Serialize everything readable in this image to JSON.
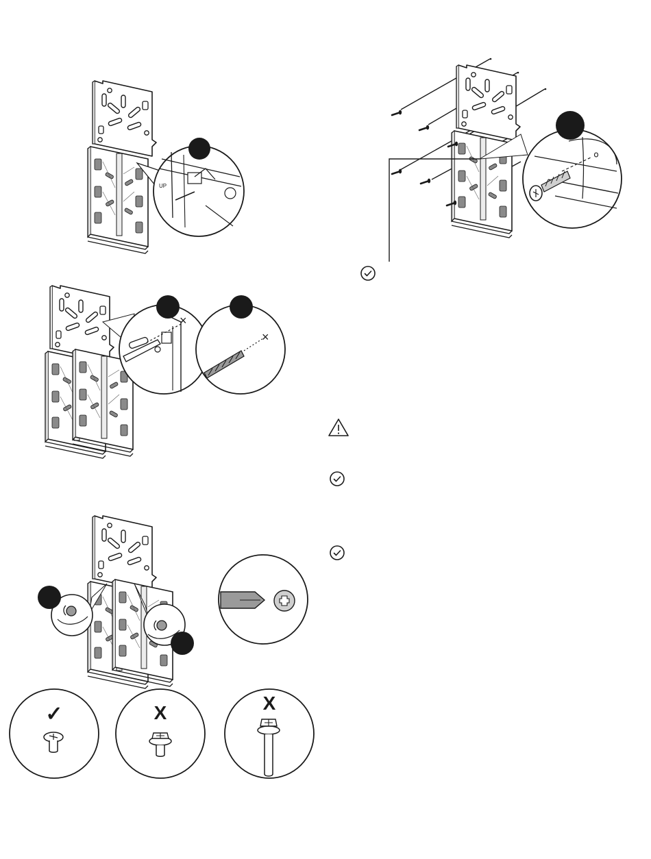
{
  "panels": {
    "panel1": {
      "callout_mark": "UP",
      "callout_arrow_text": "UP"
    },
    "panel2": {
      "pencil_target": "×",
      "drill_target": "×"
    },
    "panel3": {},
    "panel4": {}
  },
  "screw_guide": {
    "ok": {
      "mark": "✓"
    },
    "bad_hex": {
      "mark": "X"
    },
    "bad_long": {
      "mark": "X"
    }
  },
  "icons": [
    "check-circle-icon",
    "warning-icon",
    "check-circle-icon",
    "check-circle-icon"
  ],
  "colors": {
    "ink": "#1a1a1a",
    "step_marker": "#1a1a1a",
    "metal": "#ffffff",
    "shade": "#9a9a9a"
  }
}
